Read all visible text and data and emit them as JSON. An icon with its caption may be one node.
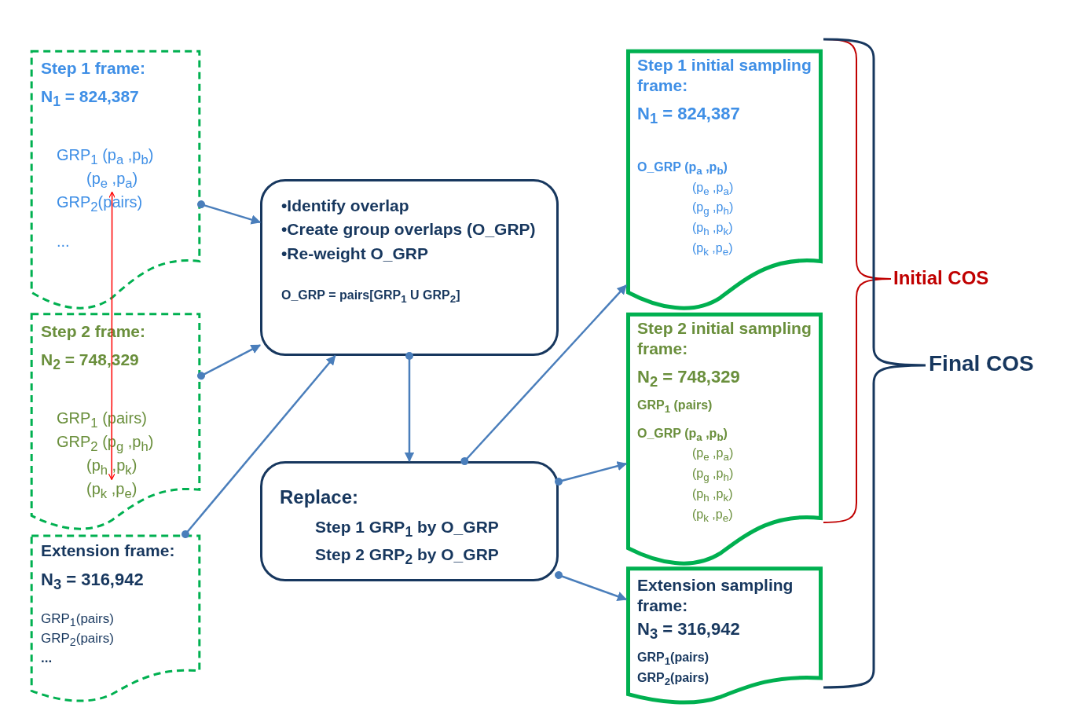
{
  "diagram": {
    "nodes": [
      {
        "text": [
          "Step 1 frame:",
          "N$_{1}$ = 824,387"
        ]
      },
      {
        "text": [
          "GRP$_{1}$ (p$_{a}$ ,p$_{b}$)"
        ],
        "in": 0
      },
      {
        "text": [
          "(p$_{e}$ ,p$_{a}$)"
        ],
        "in": 0
      },
      {
        "text": [
          "GRP$_{2}$(pairs)"
        ],
        "in": 0
      },
      {
        "text": [
          "..."
        ],
        "in": 0
      },
      {
        "text": [
          "Step 2 frame:",
          "N$_{2}$ = 748,329"
        ]
      },
      {
        "text": [
          "GRP$_{1}$ (pairs)"
        ],
        "in": 5
      },
      {
        "text": [
          "GRP$_{2}$ (p$_{g}$ ,p$_{h}$)"
        ],
        "in": 5
      },
      {
        "text": [
          "(p$_{h}$ ,p$_{k}$)"
        ],
        "in": 5
      },
      {
        "text": [
          "(p$_{k}$ ,p$_{e}$)"
        ],
        "in": 5
      },
      {
        "text": [
          "Extension frame:",
          "N$_{3}$ = 316,942",
          "GRP$_{1}$(pairs)",
          "GRP$_{2}$(pairs)",
          "..."
        ]
      },
      {
        "text": [
          "•Identify overlap",
          "•Create group overlaps (O_GRP)",
          "•Re-weight O_GRP",
          "O_GRP = pairs[GRP$_{1}$ U GRP$_{2}$]"
        ]
      },
      {
        "text": [
          "Replace:",
          "Step 1 GRP$_{1}$ by O_GRP",
          "Step 2 GRP$_{2}$ by O_GRP"
        ]
      },
      {
        "text": [
          "Step 1 initial sampling frame:",
          "N$_{1}$ = 824,387",
          "O_GRP (p$_{a}$ ,p$_{b}$)",
          "(p$_{e}$ ,p$_{a}$)",
          "(p$_{g}$ ,p$_{h}$)",
          "(p$_{h}$ ,p$_{k}$)",
          "(p$_{k}$ ,p$_{e}$)"
        ]
      },
      {
        "text": [
          "Step 2 initial sampling frame:",
          "N$_{2}$ = 748,329",
          "GRP$_{1}$ (pairs)",
          "O_GRP (p$_{a}$ ,p$_{b}$)",
          "(p$_{e}$ ,p$_{a}$)",
          "(p$_{g}$ ,p$_{h}$)",
          "(p$_{h}$ ,p$_{k}$)",
          "(p$_{k}$ ,p$_{e}$)"
        ]
      },
      {
        "text": [
          "Extension sampling frame:",
          "N$_{3}$ = 316,942",
          "GRP$_{1}$(pairs)",
          "GRP$_{2}$(pairs)"
        ]
      }
    ],
    "edges": [
      {
        "from": 0,
        "to": 11,
        "arrow": "to"
      },
      {
        "from": 5,
        "to": 11,
        "arrow": "to"
      },
      {
        "from": 10,
        "to": 11,
        "arrow": "to"
      },
      {
        "from": 11,
        "to": 12,
        "arrow": "to"
      },
      {
        "from": 12,
        "to": 13,
        "arrow": "to"
      },
      {
        "from": 12,
        "to": 14,
        "arrow": "to"
      },
      {
        "from": 12,
        "to": 15,
        "arrow": "to"
      },
      {
        "from": 9,
        "to": 2,
        "arrow": "both",
        "color": "#ff0000"
      }
    ],
    "labels": [
      "Initial COS",
      "Final COS"
    ]
  }
}
